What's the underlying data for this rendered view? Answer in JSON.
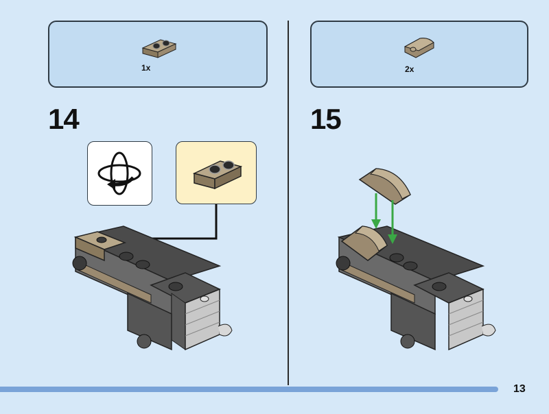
{
  "steps": [
    {
      "number": "14",
      "parts": [
        {
          "qty": "1x",
          "icon": "tan-bracket-plate-icon"
        }
      ],
      "callouts": [
        "rotate-model-icon",
        "tan-bracket-plate-icon"
      ]
    },
    {
      "number": "15",
      "parts": [
        {
          "qty": "2x",
          "icon": "tan-curved-slope-icon"
        }
      ]
    }
  ],
  "page_number": "13",
  "colors": {
    "background": "#d6e8f8",
    "parts_box": "#c2dcf2",
    "callout_part_bg": "#fdf1c6",
    "footer_bar": "#7aa3d8",
    "arrow_green": "#3aa845",
    "tan": "#9b8a70",
    "dark_gray": "#5a5a5a",
    "light_gray": "#c8c8c8"
  }
}
